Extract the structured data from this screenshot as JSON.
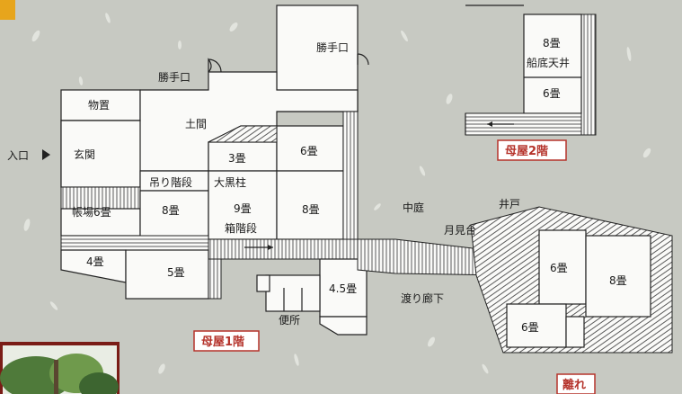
{
  "colors": {
    "background": "#c7c9c2",
    "accent": "#b5332b",
    "corner_badge": "#e7a51c",
    "photo_frame": "#7a1c16"
  },
  "entrance": {
    "label": "入口",
    "arrow": "▶"
  },
  "main_floor1": {
    "tag": "母屋1階",
    "rooms": {
      "storage": "物置",
      "earthen_floor": "土間",
      "kitchen_door_top": "勝手口",
      "kitchen_door_left": "勝手口",
      "genkan": "玄関",
      "room_3": "3畳",
      "room_6": "6畳",
      "tsuri_stairs": "吊り階段",
      "daikoku_pillar": "大黒柱",
      "chouba": "帳場6畳",
      "room_8_left": "8畳",
      "room_9": "9畳",
      "room_8_right": "8畳",
      "box_stairs": "箱階段",
      "room_4": "4畳",
      "room_5": "5畳",
      "room_4_5": "4.5畳",
      "toilet": "便所"
    }
  },
  "main_floor2": {
    "tag": "母屋2階",
    "rooms": {
      "room_8": "8畳",
      "ceiling": "船底天井",
      "room_6": "6畳"
    }
  },
  "garden": {
    "courtyard": "中庭",
    "moon_platform": "月見台",
    "well": "井戸",
    "corridor": "渡り廊下"
  },
  "annex": {
    "tag": "離れ",
    "rooms": {
      "room_6_a": "6畳",
      "room_8": "8畳",
      "room_6_b": "6畳"
    }
  }
}
